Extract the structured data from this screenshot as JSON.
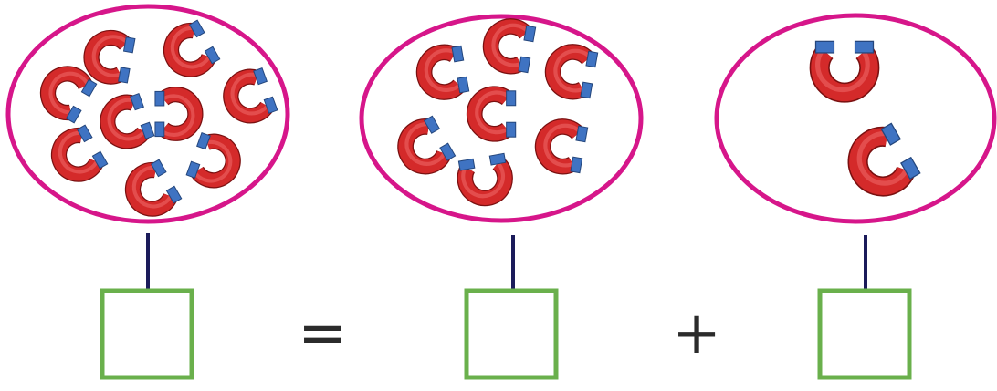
{
  "colors": {
    "ellipse_stroke": "#d6168a",
    "connector": "#1b1b5a",
    "box_stroke": "#6ab04c",
    "magnet_red": "#d42a2a",
    "magnet_blue": "#3f73c2",
    "operator": "#2b2b2b"
  },
  "groups": [
    {
      "id": "total",
      "magnet_count": 9,
      "answer_box_value": ""
    },
    {
      "id": "part-a",
      "magnet_count": 7,
      "answer_box_value": ""
    },
    {
      "id": "part-b",
      "magnet_count": 2,
      "answer_box_value": ""
    }
  ],
  "operators": {
    "equals": "=",
    "plus": "+"
  },
  "icons": {
    "magnet": "horseshoe-magnet-icon"
  }
}
